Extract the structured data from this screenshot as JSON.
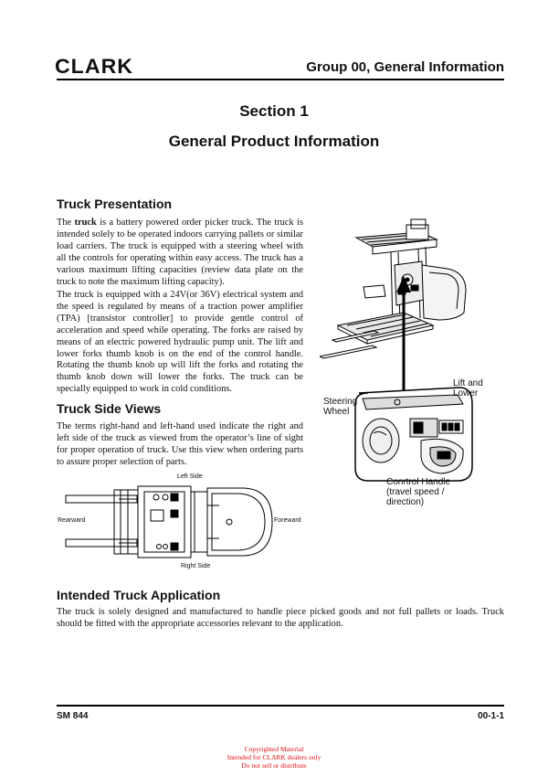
{
  "header": {
    "logo": "CLARK",
    "group": "Group 00, General Information"
  },
  "title": {
    "section": "Section 1",
    "subtitle": "General Product Information"
  },
  "truck_presentation": {
    "heading": "Truck Presentation",
    "p1_bold": "truck",
    "p1_pre": "The ",
    "p1_post": " is a battery powered order picker truck. The truck is intended solely to be operated indoors carrying pallets or similar load carriers. The truck is equipped with a steering wheel with all the controls for operating within easy access. The truck has a various maximum lifting capacities (review data plate on the truck to note the maximum lifting capacity).",
    "p2": "The truck is equipped with a 24V(or 36V) electrical system and the speed is regulated by means of a traction power amplifier (TPA) [transistor controller] to provide gentle control of acceleration and speed while operating. The forks are raised by means of an electric powered hydraulic pump unit. The lift and lower forks thumb knob is on the end of the control handle. Rotating the thumb knob up will lift the forks and rotating the thumb knob down will lower the forks. The truck can be specially equipped to work in cold conditions."
  },
  "side_views": {
    "heading": "Truck Side Views",
    "p": "The terms right-hand and left-hand used indicate the right and left side of the truck as viewed from the operator’s line of sight for proper operation of truck. Use this view when ordering parts to assure proper selection of parts.",
    "left_side": "Left Side",
    "right_side": "Right Side",
    "rearward": "Rearward",
    "foreward": "Foreward"
  },
  "control_labels": {
    "steering_1": "Steering",
    "steering_2": "Wheel",
    "lift_1": "Lift and",
    "lift_2": "Lower",
    "handle_1": "Conrtrol Handle",
    "handle_2": "(travel speed /",
    "handle_3": "direction)"
  },
  "application": {
    "heading": "Intended Truck Application",
    "p": "The truck is solely designed and manufactured to handle piece picked goods and not full pallets or loads. Truck should be fitted with the appropriate accessories relevant to the application."
  },
  "footer": {
    "left": "SM 844",
    "right": "00-1-1"
  },
  "copyright": {
    "l1": "Copyrighted Material",
    "l2": "Intended for CLARK dealers only",
    "l3": "Do not sell or distribute"
  }
}
